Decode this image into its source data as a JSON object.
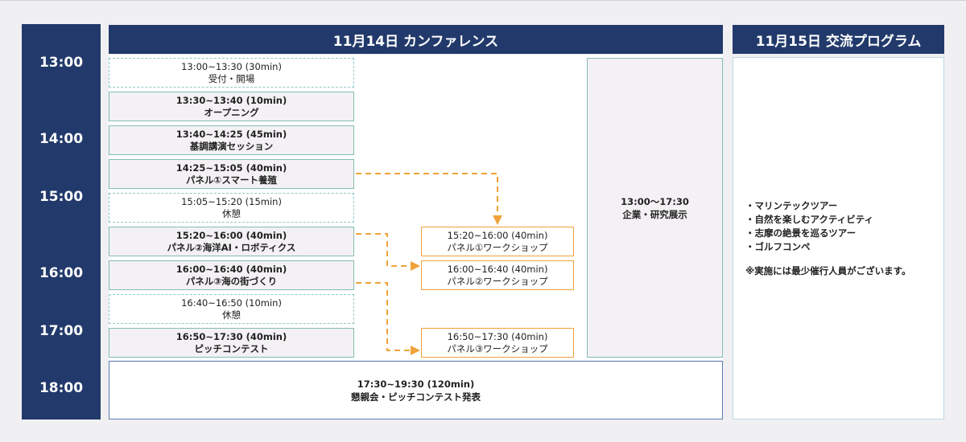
{
  "times": [
    "13:00",
    "14:00",
    "15:00",
    "16:00",
    "17:00",
    "18:00"
  ],
  "headers": {
    "day1": "11月14日 カンファレンス",
    "day2": "11月15日 交流プログラム"
  },
  "sessions": [
    {
      "time": "13:00~13:30 (30min)",
      "title": "受付・開場"
    },
    {
      "time": "13:30~13:40 (10min)",
      "title": "オープニング"
    },
    {
      "time": "13:40~14:25 (45min)",
      "title": "基調講演セッション"
    },
    {
      "time": "14:25~15:05 (40min)",
      "title": "パネル①スマート養殖"
    },
    {
      "time": "15:05~15:20 (15min)",
      "title": "休憩"
    },
    {
      "time": "15:20~16:00 (40min)",
      "title": "パネル②海洋AI・ロボティクス"
    },
    {
      "time": "16:00~16:40 (40min)",
      "title": "パネル③海の街づくり"
    },
    {
      "time": "16:40~16:50 (10min)",
      "title": "休憩"
    },
    {
      "time": "16:50~17:30 (40min)",
      "title": "ピッチコンテスト"
    }
  ],
  "workshops": [
    {
      "time": "15:20~16:00 (40min)",
      "title": "パネル①ワークショップ"
    },
    {
      "time": "16:00~16:40 (40min)",
      "title": "パネル②ワークショップ"
    },
    {
      "time": "16:50~17:30 (40min)",
      "title": "パネル③ワークショップ"
    }
  ],
  "exhibition": {
    "time": "13:00〜17:30",
    "title": "企業・研究展示"
  },
  "party": {
    "time": "17:30~19:30 (120min)",
    "title": "懇親会・ピッチコンテスト発表"
  },
  "program": {
    "items": [
      "・マリンテックツアー",
      "・自然を楽しむアクティビティ",
      "・志摩の絶景を巡るツアー",
      "・ゴルフコンペ"
    ],
    "note": "※実施には最少催行人員がございます。"
  },
  "colors": {
    "navy": "#223a6b",
    "arrow": "#f0a33a",
    "teal_border": "#83bdb0",
    "session_fill": "#f4f1f4"
  }
}
